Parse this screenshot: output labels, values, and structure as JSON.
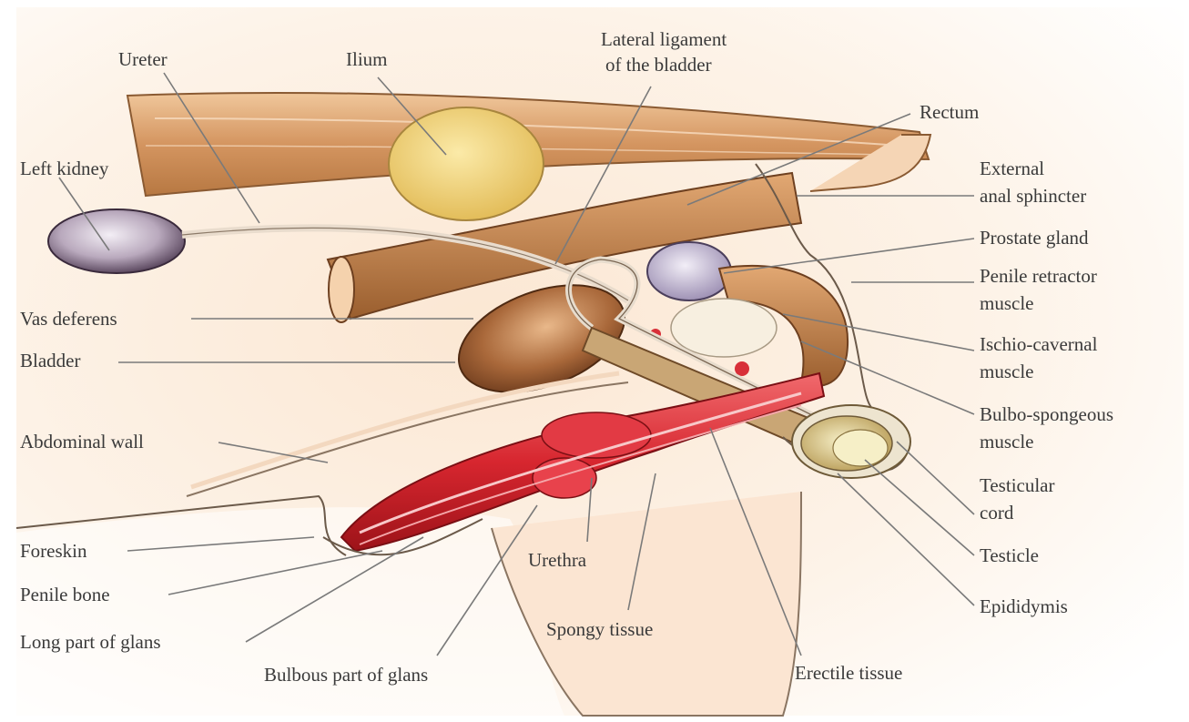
{
  "diagram": {
    "labels": {
      "ureter": "Ureter",
      "ilium": "Ilium",
      "lateral_ligament_1": "Lateral ligament",
      "lateral_ligament_2": "of the bladder",
      "rectum": "Rectum",
      "left_kidney": "Left kidney",
      "external_anal_1": "External",
      "external_anal_2": "anal sphincter",
      "prostate": "Prostate gland",
      "penile_retractor_1": "Penile retractor",
      "penile_retractor_2": "muscle",
      "vas_deferens": "Vas deferens",
      "ischio_1": "Ischio-cavernal",
      "ischio_2": "muscle",
      "bladder": "Bladder",
      "bulbo_1": "Bulbo-spongeous",
      "bulbo_2": "muscle",
      "abdominal_wall": "Abdominal wall",
      "testicular_cord_1": "Testicular",
      "testicular_cord_2": "cord",
      "foreskin": "Foreskin",
      "urethra": "Urethra",
      "testicle": "Testicle",
      "penile_bone": "Penile bone",
      "epididymis": "Epididymis",
      "spongy_tissue": "Spongy tissue",
      "long_glans": "Long part of glans",
      "bulbous_glans": "Bulbous part of glans",
      "erectile_tissue": "Erectile tissue"
    },
    "colors": {
      "background": "#fdf4ea",
      "muscle": "#d9a06a",
      "muscle_dark": "#a8693a",
      "ilium": "#f2d77e",
      "kidney": "#8f7a92",
      "prostate": "#b9aec6",
      "erectile": "#d8323a",
      "bladder": "#9a5a2e",
      "leader": "#7a7a7a"
    }
  }
}
